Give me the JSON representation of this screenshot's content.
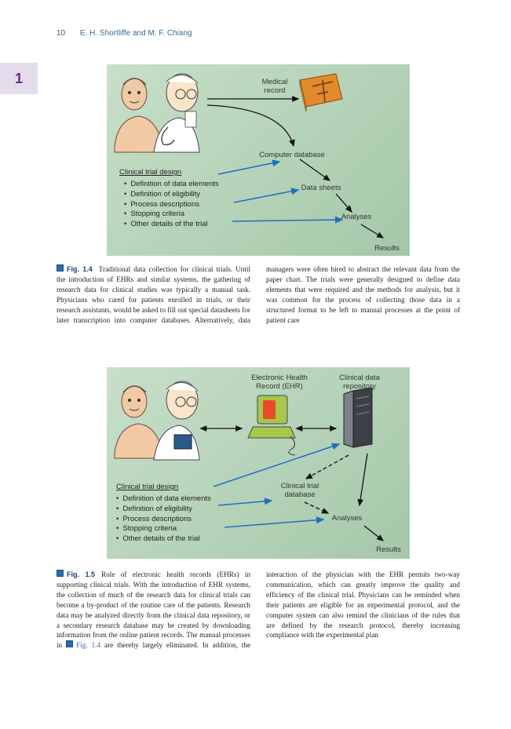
{
  "header": {
    "page_number": "10",
    "authors": "E. H. Shortliffe and M. F. Chiang"
  },
  "chapter_tab": "1",
  "fig1": {
    "medical_record": "Medical\nrecord",
    "computer_database": "Computer database",
    "data_sheets": "Data sheets",
    "analyses": "Analyses",
    "results": "Results",
    "design_title": "Clinical trial design",
    "design_items": [
      "Definition of data elements",
      "Definition of eligibility",
      "Process descriptions",
      "Stopping criteria",
      "Other details of the trial"
    ]
  },
  "fig2": {
    "ehr": "Electronic Health\nRecord (EHR)",
    "repository": "Clinical data\nrepository",
    "trial_database": "Clinical trial\ndatabase",
    "analyses": "Analyses",
    "results": "Results",
    "design_title": "Clinical trial design",
    "design_items": [
      "Definition of data elements",
      "Definition of eligibility",
      "Process descriptions",
      "Stopping criteria",
      "Other details of the trial"
    ]
  },
  "caption1": {
    "label": "Fig. 1.4",
    "text": "Traditional data collection for clinical trials. Until the introduction of EHRs and similar systems, the gathering of research data for clinical studies was typically a manual task. Physicians who cared for patients enrolled in trials, or their research assistants, would be asked to fill out special datasheets for later transcription into computer databases. Alternatively, data managers were often hired to abstract the relevant data from the paper chart. The trials were generally designed to define data elements that were required and the methods for analysis, but it was common for the process of collecting those data in a structured format to be left to manual processes at the point of patient care"
  },
  "caption2": {
    "label": "Fig. 1.5",
    "text_a": "Role of electronic health records (EHRs) in supporting clinical trials. With the introduction of EHR systems, the collection of much of the research data for clinical trials can become a by-product of the routine care of the patients. Research data may be analyzed directly from the clinical data repository, or a secondary research database may be created by downloading information from the online patient records. The manual processes in",
    "ref": "Fig. 1.4",
    "text_b": "are thereby largely eliminated. In addition, the interaction of the physician with the EHR permits two-way communication, which can greatly improve the quality and efficiency of the clinical trial. Physicians can be reminded when their patients are eligible for an experimental protocol, and the computer system can also remind the clinicians of the rules that are defined by the research protocol, thereby increasing compliance with the experimental plan"
  }
}
